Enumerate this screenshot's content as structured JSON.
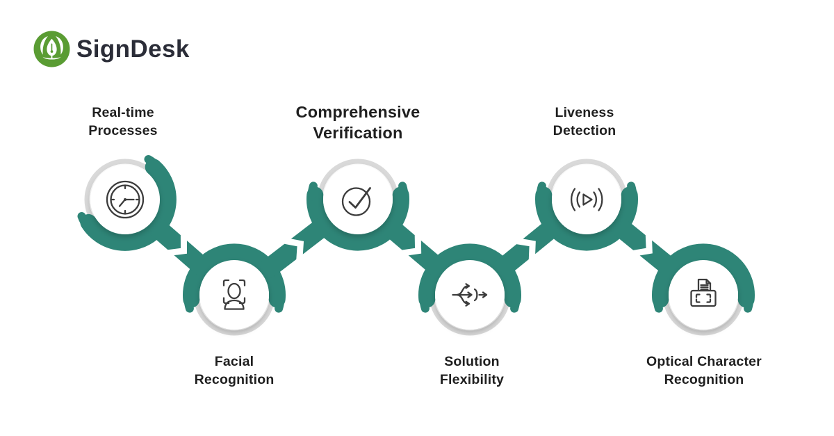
{
  "logo": {
    "brand": "SignDesk",
    "icon": "pen-nib-icon",
    "green": "#5A9C33",
    "text_color": "#2B2D38"
  },
  "diagram": {
    "colors": {
      "ribbon": "#2E8577",
      "ring": "#D9D9D9",
      "icon_stroke": "#3C3C3C",
      "label": "#1F1F1F",
      "node_fill": "#FFFFFF"
    },
    "steps": [
      {
        "label": "Real-time\nProcesses",
        "icon": "clock-icon",
        "position": "top",
        "emphasis": false
      },
      {
        "label": "Facial\nRecognition",
        "icon": "face-scan-icon",
        "position": "bottom",
        "emphasis": false
      },
      {
        "label": "Comprehensive\nVerification",
        "icon": "check-circle-icon",
        "position": "top",
        "emphasis": true
      },
      {
        "label": "Solution\nFlexibility",
        "icon": "branch-arrows-icon",
        "position": "bottom",
        "emphasis": false
      },
      {
        "label": "Liveness\nDetection",
        "icon": "live-play-icon",
        "position": "top",
        "emphasis": false
      },
      {
        "label": "Optical Character\nRecognition",
        "icon": "document-scan-icon",
        "position": "bottom",
        "emphasis": false
      }
    ]
  }
}
